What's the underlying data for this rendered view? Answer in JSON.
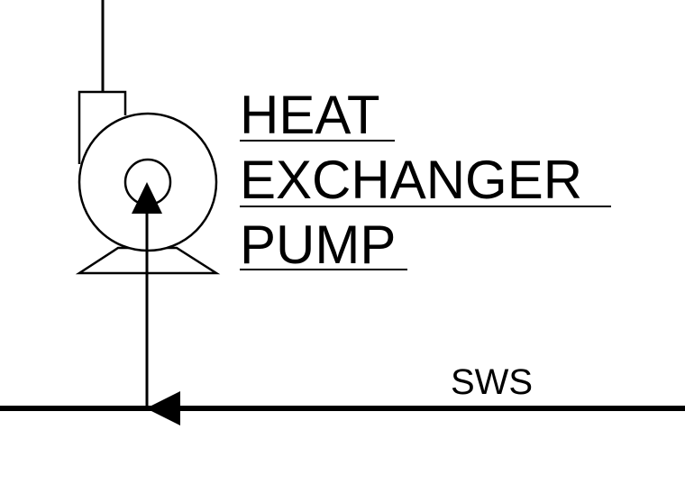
{
  "diagram": {
    "title_lines": [
      "HEAT",
      "EXCHANGER",
      "PUMP"
    ],
    "line_label": "SWS"
  }
}
